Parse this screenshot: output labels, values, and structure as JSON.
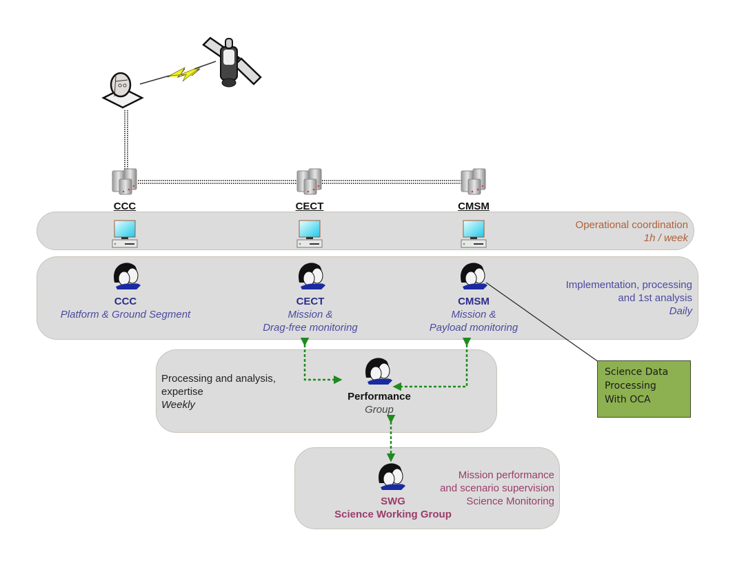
{
  "colors": {
    "band_fill": "#dcdcdc",
    "operational_text": "#b0603a",
    "implementation_text": "#4a4aa0",
    "team_text": "#2c2c8c",
    "performance_text": "#222222",
    "swg_text": "#9a3d6a",
    "arrow_green": "#1f8a1f",
    "note_fill": "#8db150"
  },
  "top_icons": {
    "ground_station": "satellite-dish-icon",
    "link": "lightning-link-icon",
    "satellite": "satellite-icon"
  },
  "servers": [
    {
      "label": "CCC",
      "icon": "server-icon"
    },
    {
      "label": "CECT",
      "icon": "server-icon"
    },
    {
      "label": "CMSM",
      "icon": "server-icon"
    }
  ],
  "operational_band": {
    "title": "Operational coordination",
    "frequency": "1h / week",
    "workstation_icon": "computer-icon"
  },
  "implementation_band": {
    "line1": "Implementation, processing",
    "line2": "and 1st analysis",
    "frequency": "Daily",
    "teams": [
      {
        "name": "CCC",
        "desc1": "Platform & Ground Segment",
        "desc2": "",
        "icon": "people-icon"
      },
      {
        "name": "CECT",
        "desc1": "Mission &",
        "desc2": "Drag-free monitoring",
        "icon": "people-icon"
      },
      {
        "name": "CMSM",
        "desc1": "Mission &",
        "desc2": "Payload monitoring",
        "icon": "people-icon"
      }
    ]
  },
  "performance_band": {
    "line1": "Processing and analysis,",
    "line2": "expertise",
    "frequency": "Weekly",
    "group_name": "Performance",
    "group_sub": "Group",
    "icon": "people-icon"
  },
  "swg_band": {
    "line1": "Mission performance",
    "line2": "and scenario supervision",
    "line3": "Science Monitoring",
    "name": "SWG",
    "full_name": "Science Working Group",
    "icon": "people-icon"
  },
  "callout": {
    "line1": "Science Data",
    "line2": "Processing",
    "line3": "With OCA"
  }
}
